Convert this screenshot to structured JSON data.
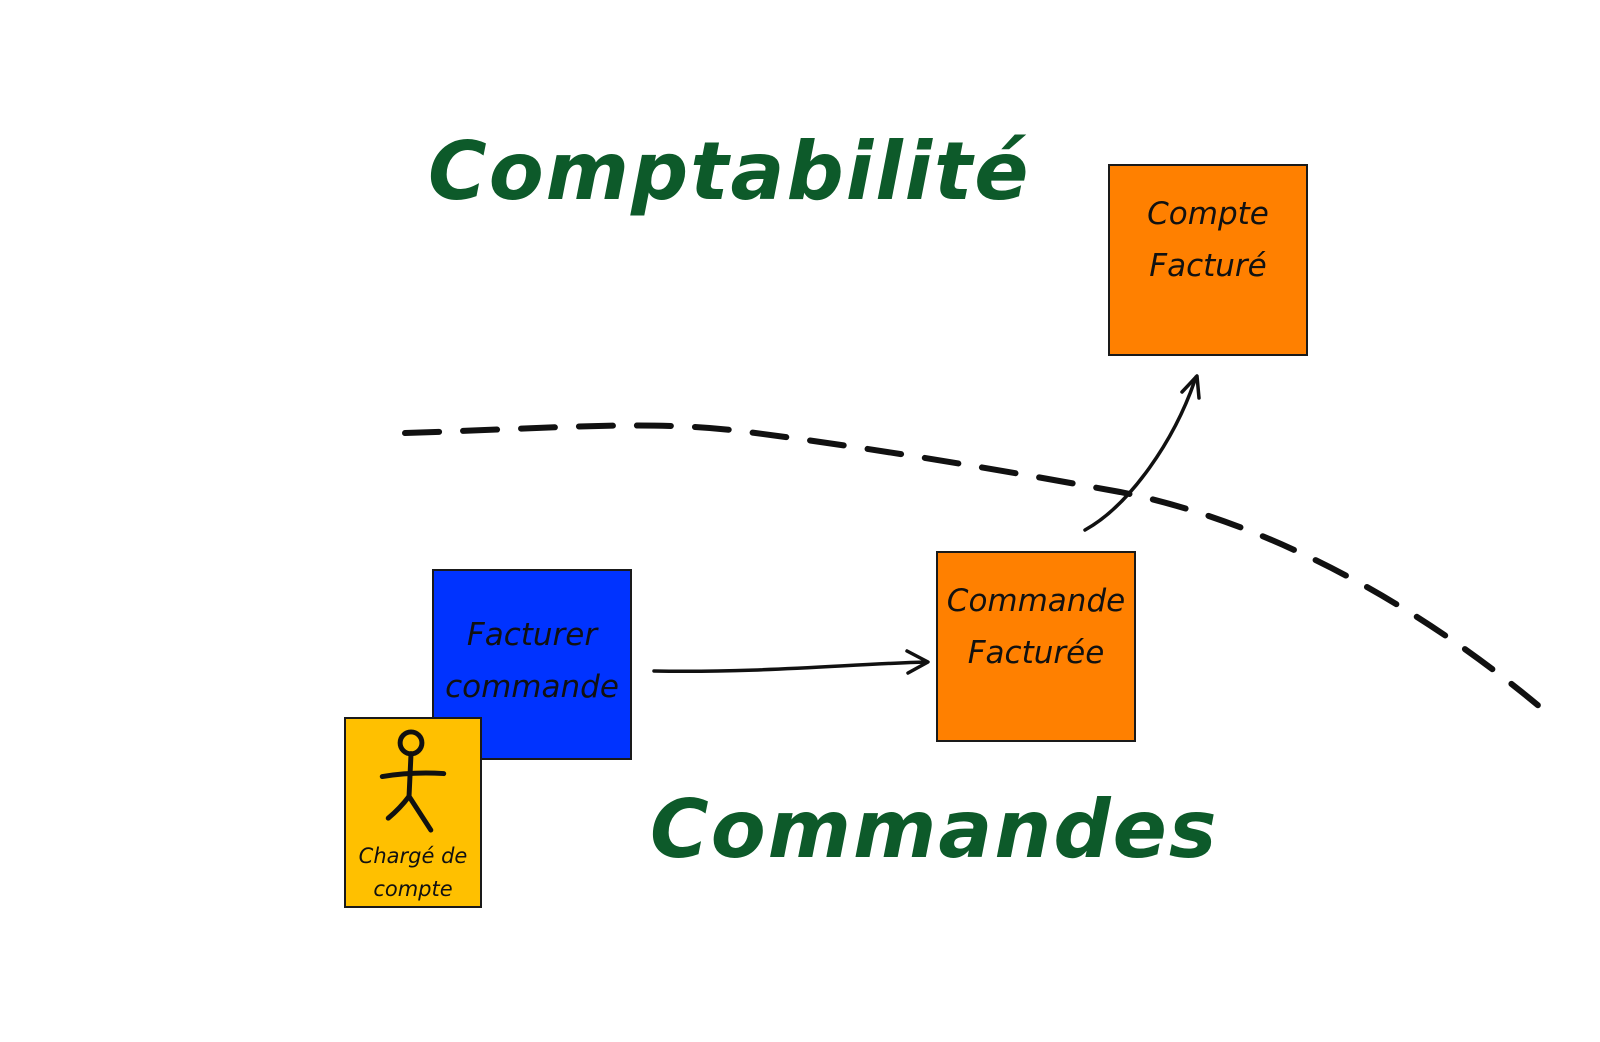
{
  "contexts": {
    "top_label": "Comptabilité",
    "bottom_label": "Commandes"
  },
  "stickies": {
    "compte_facture": {
      "line1": "Compte",
      "line2": "Facturé",
      "color": "#ff8000"
    },
    "commande_facturee": {
      "line1": "Commande",
      "line2": "Facturée",
      "color": "#ff8000"
    },
    "facturer_commande": {
      "line1": "Facturer",
      "line2": "commande",
      "color": "#0033ff"
    },
    "charge_de_compte": {
      "line1": "Chargé de",
      "line2": "compte",
      "color": "#ffc000"
    }
  },
  "icons": {
    "actor": "stick-figure-icon"
  },
  "colors": {
    "context_title": "#0d5a2a",
    "event": "#ff8000",
    "command": "#0033ff",
    "actor": "#ffc000"
  }
}
